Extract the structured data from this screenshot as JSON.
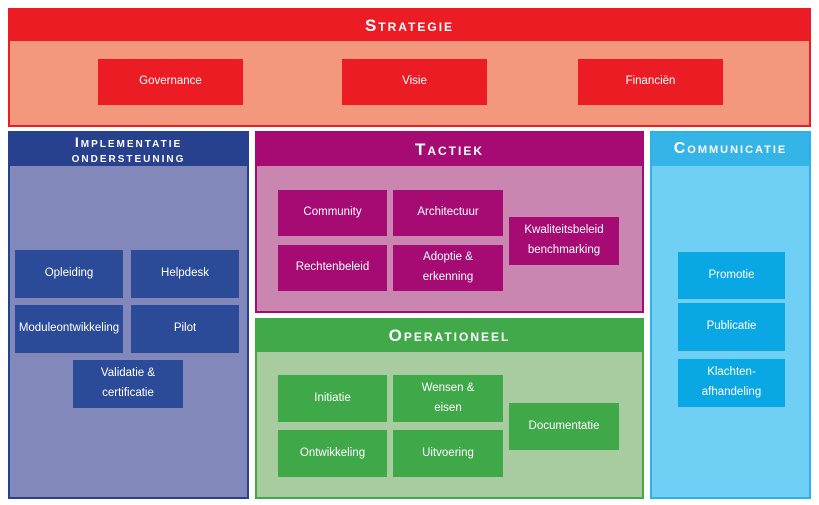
{
  "diagram": {
    "strategie": {
      "title": "Strategie",
      "colors": {
        "header": "#EB1C23",
        "body": "#F3977D",
        "button": "#EB1C23"
      },
      "buttons": [
        {
          "label": "Governance"
        },
        {
          "label": "Visie"
        },
        {
          "label": "Financiën"
        }
      ]
    },
    "implementatie_ondersteuning": {
      "title_line1": "Implementatie",
      "title_line2": "ondersteuning",
      "colors": {
        "header": "#28418F",
        "body": "#8288BA",
        "button": "#2B4B99"
      },
      "buttons": [
        {
          "label": "Opleiding"
        },
        {
          "label": "Helpdesk"
        },
        {
          "label": "Moduleontwikkeling"
        },
        {
          "label": "Pilot"
        },
        {
          "label": "Validatie &\ncertificatie"
        }
      ]
    },
    "tactiek": {
      "title": "Tactiek",
      "colors": {
        "header": "#A50B72",
        "body": "#C986B0",
        "button": "#A50B72"
      },
      "buttons": [
        {
          "label": "Community"
        },
        {
          "label": "Architectuur"
        },
        {
          "label": "Kwaliteitsbeleid\nbenchmarking"
        },
        {
          "label": "Rechtenbeleid"
        },
        {
          "label": "Adoptie &\nerkenning"
        }
      ]
    },
    "operationeel": {
      "title": "Operationeel",
      "colors": {
        "header": "#42A94B",
        "body": "#A8CC9F",
        "button": "#3FA848"
      },
      "buttons": [
        {
          "label": "Initiatie"
        },
        {
          "label": "Wensen &\neisen"
        },
        {
          "label": "Documentatie"
        },
        {
          "label": "Ontwikkeling"
        },
        {
          "label": "Uitvoering"
        }
      ]
    },
    "communicatie": {
      "title": "Communicatie",
      "colors": {
        "header": "#35B4E8",
        "body": "#6FCFF5",
        "button": "#0AA7E5"
      },
      "buttons": [
        {
          "label": "Promotie"
        },
        {
          "label": "Publicatie"
        },
        {
          "label": "Klachten-\nafhandeling"
        }
      ]
    }
  }
}
